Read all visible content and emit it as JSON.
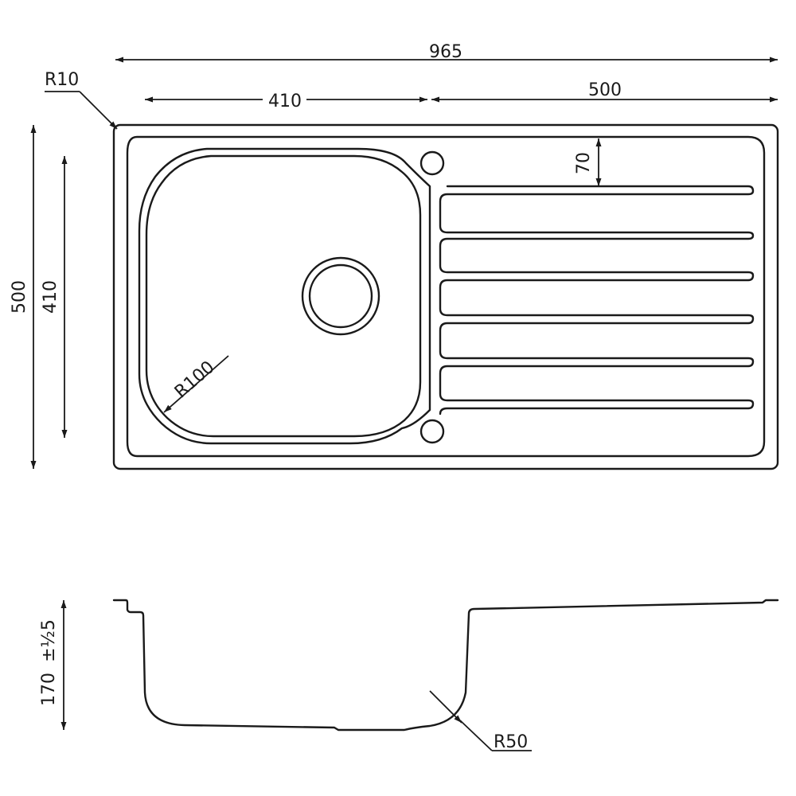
{
  "plan_view": {
    "overall_width": "965",
    "bowl_width": "410",
    "drainer_width": "500",
    "corner_radius": "R10",
    "drainer_offset": "70",
    "overall_depth": "500",
    "bowl_depth": "410",
    "bowl_radius": "R100"
  },
  "section_view": {
    "bowl_height": "170",
    "tolerance": "±½5",
    "bottom_radius": "R50"
  }
}
